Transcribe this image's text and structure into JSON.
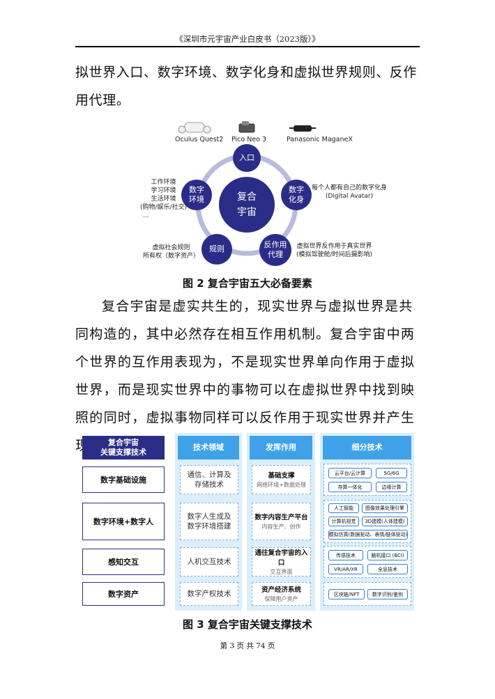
{
  "header": "《深圳市元宇宙产业白皮书（2023版）》",
  "paragraph1": "拟世界入口、数字环境、数字化身和虚拟世界规则、反作用代理。",
  "figure2": {
    "devices": [
      "Oculus Quest2",
      "Pico Neo 3",
      "Panasonic MaganeX"
    ],
    "center": "复合宇宙",
    "nodes": {
      "entry": "入口",
      "avatar": "数字化身",
      "reaction": "反作用代理",
      "rules": "规则",
      "env": "数字环境"
    },
    "notes": {
      "env": [
        "工作环境",
        "学习环境",
        "生活环境",
        "(购物/娱乐/社交)",
        "..."
      ],
      "avatar": [
        "每个人都有自己的数字化身",
        "(Digital Avatar)"
      ],
      "reaction": [
        "虚拟世界反作用于真实世界",
        "(模拟驾驶舱/时间后摄影响)"
      ],
      "rules": [
        "虚拟社会规则",
        "所有权（数字资产）"
      ]
    },
    "caption": "图 2  复合宇宙五大必备要素"
  },
  "paragraph2": "复合宇宙是虚实共生的，现实世界与虚拟世界是共同构造的，其中必然存在相互作用机制。复合宇宙中两个世界的互作用表现为，不是现实世界单向作用于虚拟世界，而是现实世界中的事物可以在虚拟世界中找到映照的同时，虚拟事物同样可以反作用于现实世界并产生现实影响。",
  "figure3": {
    "headers": [
      "复合宇宙\n关键支撑技术",
      "技术领域",
      "发挥作用",
      "细分技术"
    ],
    "rows": [
      {
        "label": "数字基础设施",
        "field": "通信、计算及\n存储技术",
        "role_main": "基础支撑",
        "role_sub": "网络环境+数据处理",
        "tags": [
          "云平台/云计算",
          "5G/6G",
          "存算一体化",
          "边缘计算"
        ]
      },
      {
        "label": "数字环境+数字人",
        "field": "数字人生成及\n数字环境搭建",
        "role_main": "数字内容生产平台",
        "role_sub": "内容生产、创作",
        "tags": [
          "人工智能",
          "图像效果处理引擎",
          "计算机视觉",
          "3D建模(人体建模)",
          "模拟仿真(数据驱动、表情/肢体驱动)"
        ]
      },
      {
        "label": "感知交互",
        "field": "人机交互技术",
        "role_main": "通往复合宇宙的入口",
        "role_sub": "交互界面",
        "tags": [
          "传感技术",
          "脑机接口 (BCI)",
          "VR/AR/XR",
          "全息技术"
        ]
      },
      {
        "label": "数字资产",
        "field": "数字产权技术",
        "role_main": "资产经济系统",
        "role_sub": "保障用户资产",
        "tags": [
          "区块链/NFT",
          "数字识别/鉴别"
        ]
      }
    ],
    "caption": "图 3  复合宇宙关键支撑技术"
  },
  "footer": "第 3 页 共 74 页",
  "colors": {
    "navy": "#2a2d87",
    "blue": "#3fa2e8",
    "lightblue": "#dbeefc",
    "ring": "#b8bbdc"
  }
}
